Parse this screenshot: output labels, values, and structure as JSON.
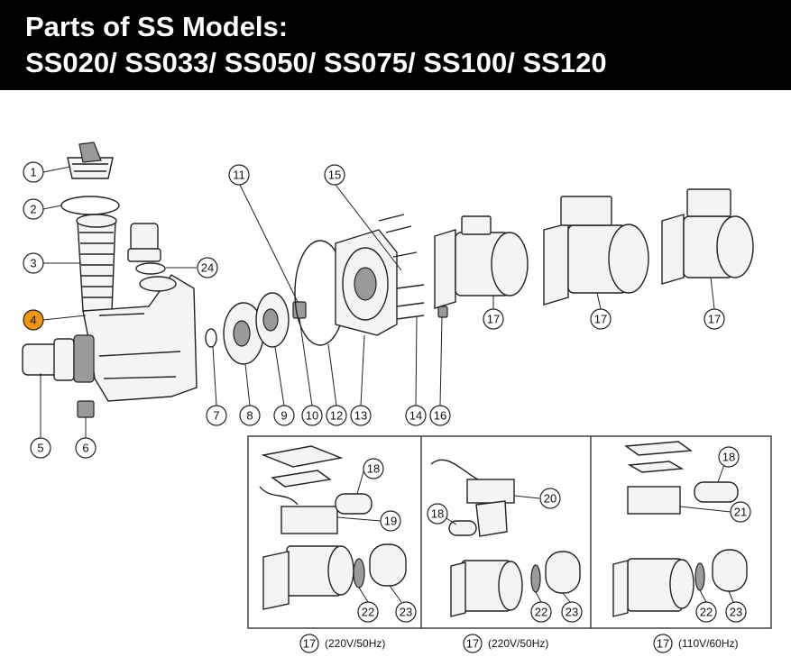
{
  "header": {
    "title_line1": "Parts of SS Models:",
    "title_line2": "SS020/ SS033/ SS050/ SS075/ SS100/ SS120"
  },
  "callouts": [
    "1",
    "2",
    "3",
    "4",
    "5",
    "6",
    "7",
    "8",
    "9",
    "10",
    "11",
    "12",
    "13",
    "14",
    "15",
    "16",
    "17",
    "18",
    "19",
    "20",
    "21",
    "22",
    "23",
    "24"
  ],
  "highlight_color": "#f0960e",
  "captions": {
    "left": {
      "part": "17",
      "spec": "(220V/50Hz)"
    },
    "middle": {
      "part": "17",
      "spec": "(220V/50Hz)"
    },
    "right": {
      "part": "17",
      "spec": "(110V/60Hz)"
    }
  }
}
